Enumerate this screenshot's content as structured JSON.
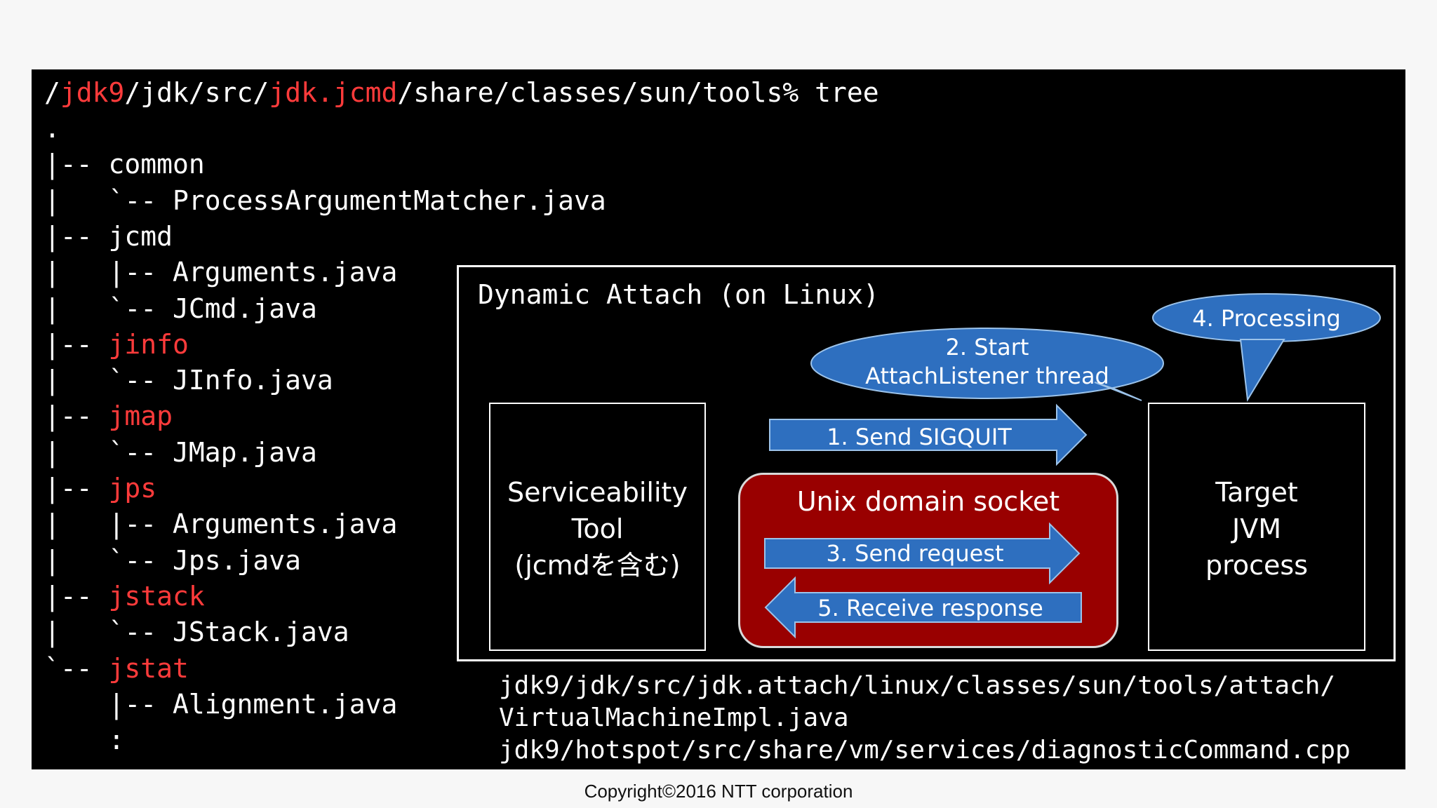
{
  "terminal": {
    "prompt": {
      "seg1": "/",
      "seg2": "jdk9",
      "seg3": "/jdk/src/",
      "seg4": "jdk.jcmd",
      "seg5": "/share/classes/sun/tools% tree"
    },
    "lines": [
      {
        "prefix": ".",
        "name": ""
      },
      {
        "prefix": "|-- ",
        "name": "common",
        "red": false
      },
      {
        "prefix": "|   `-- ",
        "name": "ProcessArgumentMatcher.java",
        "red": false
      },
      {
        "prefix": "|-- ",
        "name": "jcmd",
        "red": false
      },
      {
        "prefix": "|   |-- ",
        "name": "Arguments.java",
        "red": false
      },
      {
        "prefix": "|   `-- ",
        "name": "JCmd.java",
        "red": false
      },
      {
        "prefix": "|-- ",
        "name": "jinfo",
        "red": true
      },
      {
        "prefix": "|   `-- ",
        "name": "JInfo.java",
        "red": false
      },
      {
        "prefix": "|-- ",
        "name": "jmap",
        "red": true
      },
      {
        "prefix": "|   `-- ",
        "name": "JMap.java",
        "red": false
      },
      {
        "prefix": "|-- ",
        "name": "jps",
        "red": true
      },
      {
        "prefix": "|   |-- ",
        "name": "Arguments.java",
        "red": false
      },
      {
        "prefix": "|   `-- ",
        "name": "Jps.java",
        "red": false
      },
      {
        "prefix": "|-- ",
        "name": "jstack",
        "red": true
      },
      {
        "prefix": "|   `-- ",
        "name": "JStack.java",
        "red": false
      },
      {
        "prefix": "`-- ",
        "name": "jstat",
        "red": true
      },
      {
        "prefix": "    |-- ",
        "name": "Alignment.java",
        "red": false
      },
      {
        "prefix": "    ",
        "name": ":",
        "red": false
      }
    ]
  },
  "diagram": {
    "title": "Dynamic Attach (on Linux)",
    "tool_box": {
      "line1": "Serviceability",
      "line2": "Tool",
      "line3": "(jcmdを含む)"
    },
    "target_box": {
      "line1": "Target",
      "line2": "JVM",
      "line3": "process"
    },
    "socket_title": "Unix domain socket",
    "arrows": {
      "send_sigquit": "1. Send SIGQUIT",
      "send_request": "3. Send request",
      "receive_response": "5. Receive response"
    },
    "bubbles": {
      "start_line1": "2. Start",
      "start_line2": "AttachListener thread",
      "processing": "4. Processing"
    },
    "colors": {
      "arrow_fill": "#2e6fbf",
      "socket_fill": "#990000",
      "highlight": "#ff3b3b"
    }
  },
  "source_paths": [
    "jdk9/jdk/src/jdk.attach/linux/classes/sun/tools/attach/",
    "VirtualMachineImpl.java",
    "jdk9/hotspot/src/share/vm/services/diagnosticCommand.cpp"
  ],
  "copyright": "Copyright©2016  NTT corporation"
}
